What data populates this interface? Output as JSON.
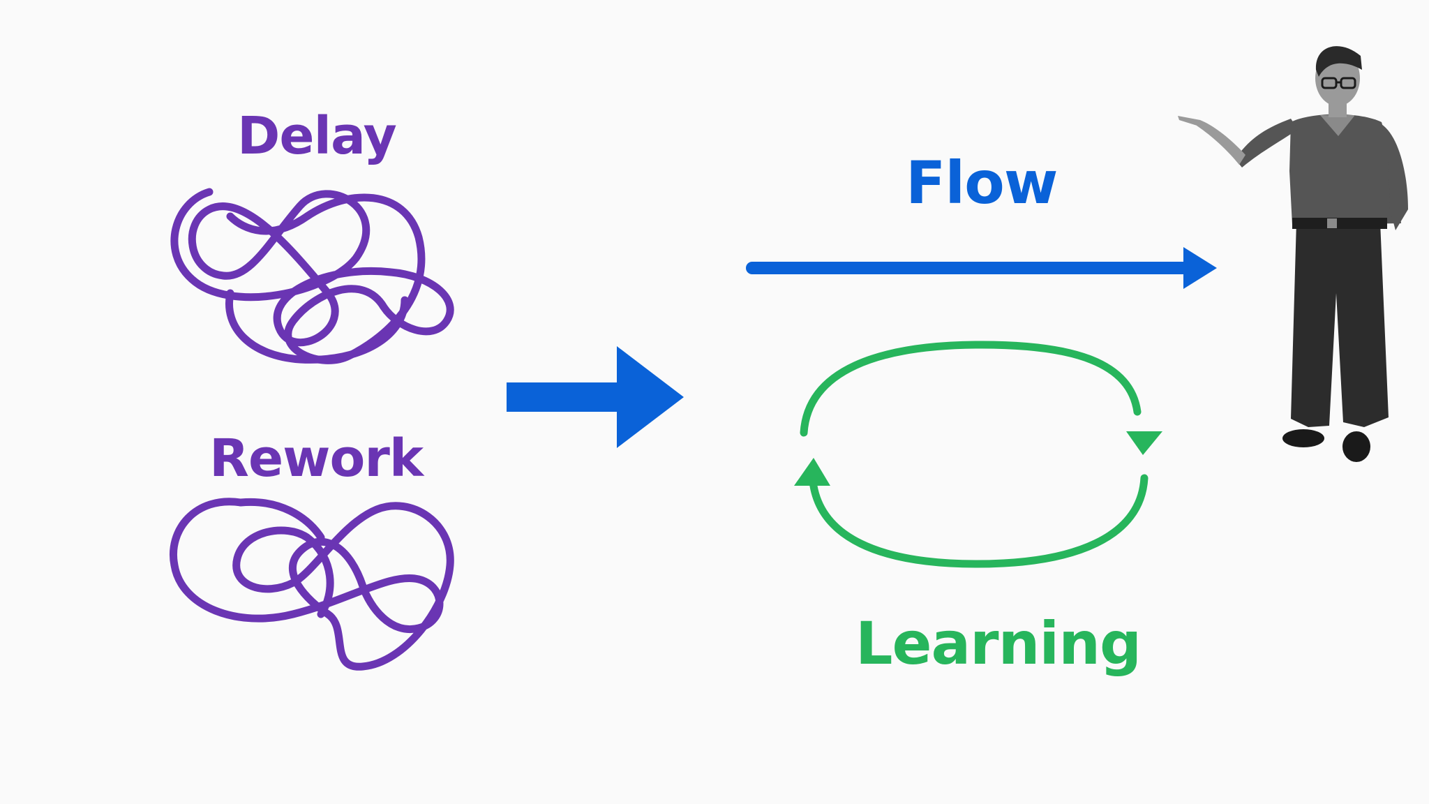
{
  "labels": {
    "delay": "Delay",
    "rework": "Rework",
    "flow": "Flow",
    "learning": "Learning"
  },
  "colors": {
    "background": "#fafafa",
    "purple": "#6a35b3",
    "blue": "#0a62d8",
    "green": "#27b55c",
    "person_dark": "#2c2c2c",
    "person_mid": "#555555",
    "person_light": "#8a8a8a",
    "skin": "#9a9a9a"
  },
  "icons": {
    "delay_tangle": "tangled-line-icon",
    "rework_tangle": "tangled-line-icon",
    "transition_arrow": "right-arrow-icon",
    "flow_arrow": "long-right-arrow-icon",
    "learning_cycle": "cycle-arrows-icon",
    "presenter": "presenter-figure"
  }
}
